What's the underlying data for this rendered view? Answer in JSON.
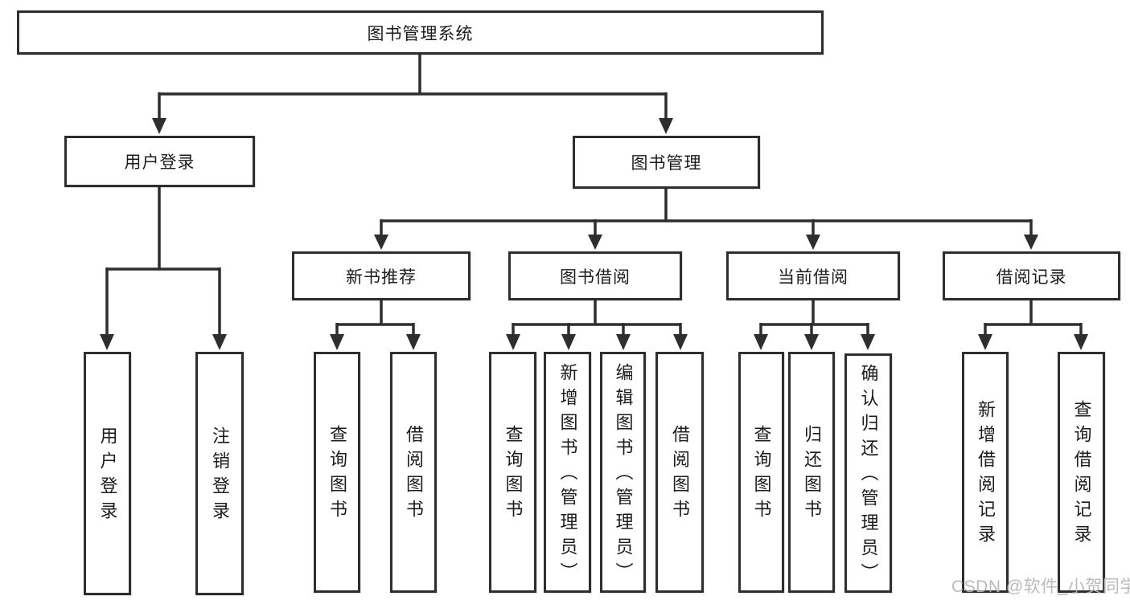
{
  "diagram": {
    "root": {
      "label": "图书管理系统"
    },
    "level2": [
      {
        "label": "用户登录",
        "children": [
          "用户登录",
          "注销登录"
        ]
      },
      {
        "label": "图书管理",
        "children": [
          {
            "label": "新书推荐",
            "children": [
              "查询图书",
              "借阅图书"
            ]
          },
          {
            "label": "图书借阅",
            "children": [
              "查询图书",
              "新增图书（管理员）",
              "编辑图书（管理员）",
              "借阅图书"
            ]
          },
          {
            "label": "当前借阅",
            "children": [
              "查询图书",
              "归还图书",
              "确认归还（管理员）"
            ]
          },
          {
            "label": "借阅记录",
            "children": [
              "新增借阅记录",
              "查询借阅记录"
            ]
          }
        ]
      }
    ]
  },
  "watermark": {
    "text": "CSDN @软件_小贺同学"
  },
  "colors": {
    "line": "#2e2e2e",
    "text": "#1c1c1c",
    "box_bg": "#ffffff",
    "watermark": "#bab4b4"
  }
}
